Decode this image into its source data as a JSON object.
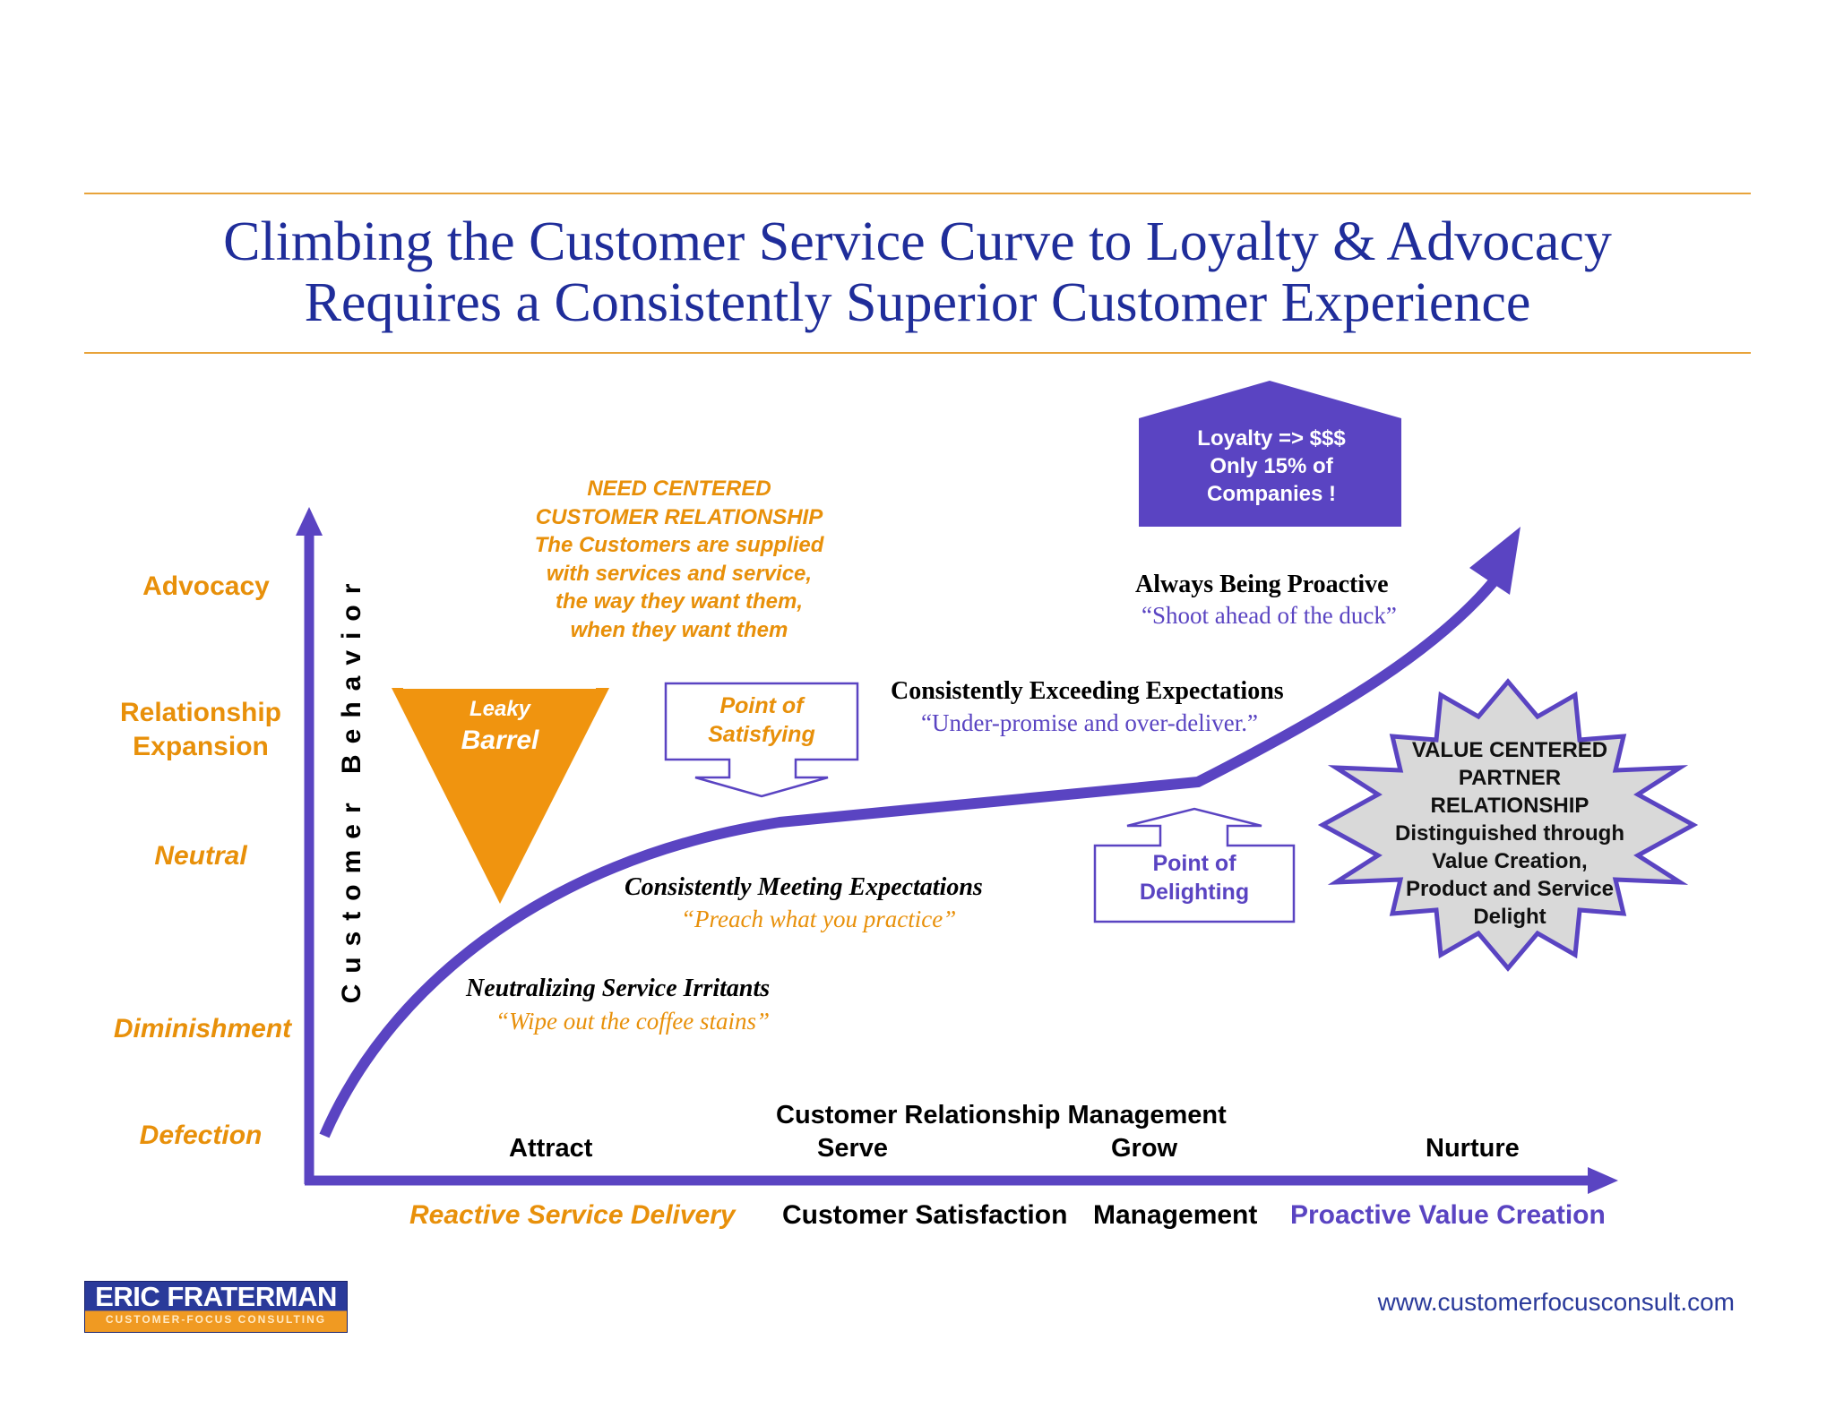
{
  "title": {
    "line1": "Climbing the Customer Service Curve to Loyalty & Advocacy",
    "line2": "Requires a Consistently Superior Customer Experience"
  },
  "y_levels": {
    "advocacy": "Advocacy",
    "relationship_expansion": "Relationship Expansion",
    "neutral": "Neutral",
    "diminishment": "Diminishment",
    "defection": "Defection"
  },
  "y_axis_label": "Customer Behavior",
  "need_centered": {
    "line1": "NEED CENTERED",
    "line2": "CUSTOMER RELATIONSHIP",
    "line3": "The Customers are supplied",
    "line4": "with services and service,",
    "line5": "the way they want them,",
    "line6": "when they want them"
  },
  "leaky_barrel": {
    "line1": "Leaky",
    "line2": "Barrel"
  },
  "point_of_satisfying": {
    "line1": "Point of",
    "line2": "Satisfying"
  },
  "point_of_delighting": {
    "line1": "Point of",
    "line2": "Delighting"
  },
  "stages": {
    "neutralizing": {
      "heading": "Neutralizing Service Irritants",
      "quote": "“Wipe out the coffee stains”"
    },
    "meeting": {
      "heading": "Consistently Meeting Expectations",
      "quote": "“Preach what you practice”"
    },
    "exceeding": {
      "heading": "Consistently Exceeding Expectations",
      "quote": "“Under-promise and over-deliver.”"
    },
    "proactive": {
      "heading": "Always Being Proactive",
      "quote": "“Shoot ahead of the duck”"
    }
  },
  "loyalty_box": {
    "line1": "Loyalty => $$$",
    "line2": "Only 15% of",
    "line3": "Companies !"
  },
  "value_centered": {
    "line1": "VALUE CENTERED",
    "line2": "PARTNER",
    "line3": "RELATIONSHIP",
    "line4": "Distinguished through",
    "line5": "Value Creation,",
    "line6": "Product and Service",
    "line7": "Delight"
  },
  "x_axis": {
    "crm": "Customer Relationship Management",
    "attract": "Attract",
    "serve": "Serve",
    "grow": "Grow",
    "nurture": "Nurture"
  },
  "bottom": {
    "reactive": "Reactive Service Delivery",
    "satisfaction": "Customer Satisfaction",
    "management": "Management",
    "proactive": "Proactive Value Creation"
  },
  "logo": {
    "name": "ERIC FRATERMAN",
    "sub": "CUSTOMER-FOCUS CONSULTING"
  },
  "url": "www.customerfocusconsult.com",
  "colors": {
    "title_blue": "#1f2d9a",
    "accent_orange": "#e8900a",
    "curve_purple": "#5a44c2",
    "rule_gold": "#e8a33a"
  }
}
